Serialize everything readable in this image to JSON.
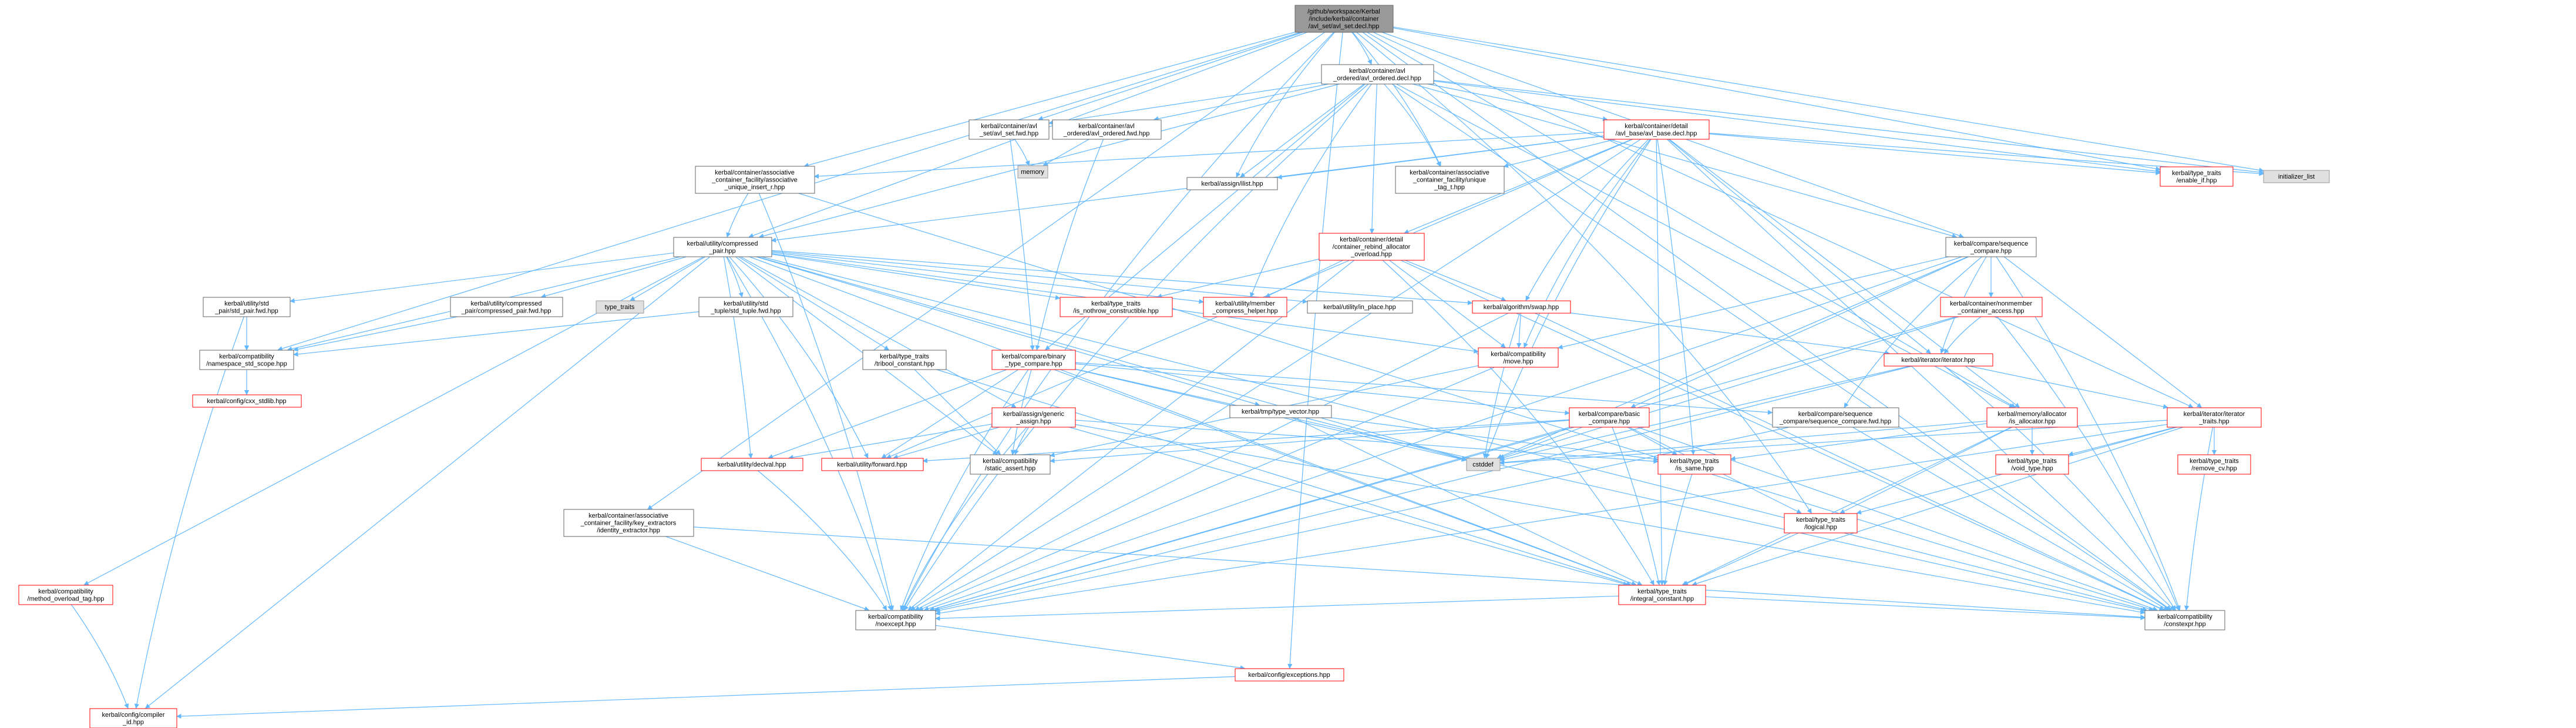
{
  "nodes": [
    {
      "id": "root",
      "lines": [
        "/github/workspace/Kerbal",
        "/include/kerbal/container",
        "/avl_set/avl_set.decl.hpp"
      ],
      "style": "root"
    },
    {
      "id": "avl_ordered_decl",
      "lines": [
        "kerbal/container/avl",
        "_ordered/avl_ordered.decl.hpp"
      ],
      "style": "plain"
    },
    {
      "id": "avl_base_decl",
      "lines": [
        "kerbal/container/detail",
        "/avl_base/avl_base.decl.hpp"
      ],
      "style": "red"
    },
    {
      "id": "avl_set_fwd",
      "lines": [
        "kerbal/container/avl",
        "_set/avl_set.fwd.hpp"
      ],
      "style": "plain"
    },
    {
      "id": "avl_ordered_fwd",
      "lines": [
        "kerbal/container/avl",
        "_ordered/avl_ordered.fwd.hpp"
      ],
      "style": "plain"
    },
    {
      "id": "memory",
      "lines": [
        "memory"
      ],
      "style": "gray"
    },
    {
      "id": "assign_list",
      "lines": [
        "kerbal/assign/ilist.hpp"
      ],
      "style": "plain"
    },
    {
      "id": "unique_tag",
      "lines": [
        "kerbal/container/associative",
        "_container_facility/unique",
        "_tag_t.hpp"
      ],
      "style": "plain"
    },
    {
      "id": "enable_if",
      "lines": [
        "kerbal/type_traits",
        "/enable_if.hpp"
      ],
      "style": "red"
    },
    {
      "id": "initializer_list",
      "lines": [
        "initializer_list"
      ],
      "style": "gray"
    },
    {
      "id": "unique_insert",
      "lines": [
        "kerbal/container/associative",
        "_container_facility/associative",
        "_unique_insert_r.hpp"
      ],
      "style": "plain"
    },
    {
      "id": "compressed_pair",
      "lines": [
        "kerbal/utility/compressed",
        "_pair.hpp"
      ],
      "style": "plain"
    },
    {
      "id": "rebind_alloc",
      "lines": [
        "kerbal/container/detail",
        "/container_rebind_allocator",
        "_overload.hpp"
      ],
      "style": "red"
    },
    {
      "id": "seq_compare",
      "lines": [
        "kerbal/compare/sequence",
        "_compare.hpp"
      ],
      "style": "plain"
    },
    {
      "id": "std_pair_fwd",
      "lines": [
        "kerbal/utility/std",
        "_pair/std_pair.fwd.hpp"
      ],
      "style": "plain"
    },
    {
      "id": "cp_fwd",
      "lines": [
        "kerbal/utility/compressed",
        "_pair/compressed_pair.fwd.hpp"
      ],
      "style": "plain"
    },
    {
      "id": "type_traits",
      "lines": [
        "type_traits"
      ],
      "style": "gray"
    },
    {
      "id": "std_tuple_fwd",
      "lines": [
        "kerbal/utility/std",
        "_tuple/std_tuple.fwd.hpp"
      ],
      "style": "plain"
    },
    {
      "id": "nothrow_constructible",
      "lines": [
        "kerbal/type_traits",
        "/is_nothrow_constructible.hpp"
      ],
      "style": "red"
    },
    {
      "id": "member_compress",
      "lines": [
        "kerbal/utility/member",
        "_compress_helper.hpp"
      ],
      "style": "red"
    },
    {
      "id": "in_place",
      "lines": [
        "kerbal/utility/in_place.hpp"
      ],
      "style": "plain"
    },
    {
      "id": "swap",
      "lines": [
        "kerbal/algorithm/swap.hpp"
      ],
      "style": "red"
    },
    {
      "id": "nonmember_access",
      "lines": [
        "kerbal/container/nonmember",
        "_container_access.hpp"
      ],
      "style": "red"
    },
    {
      "id": "namespace_std_scope",
      "lines": [
        "kerbal/compatibility",
        "/namespace_std_scope.hpp"
      ],
      "style": "plain"
    },
    {
      "id": "cxx_stdlib",
      "lines": [
        "kerbal/config/cxx_stdlib.hpp"
      ],
      "style": "red"
    },
    {
      "id": "tribool",
      "lines": [
        "kerbal/type_traits",
        "/tribool_constant.hpp"
      ],
      "style": "plain"
    },
    {
      "id": "binary_type_compare",
      "lines": [
        "kerbal/compare/binary",
        "_type_compare.hpp"
      ],
      "style": "red"
    },
    {
      "id": "move",
      "lines": [
        "kerbal/compatibility",
        "/move.hpp"
      ],
      "style": "red"
    },
    {
      "id": "iterator",
      "lines": [
        "kerbal/iterator/iterator.hpp"
      ],
      "style": "red"
    },
    {
      "id": "generic_assign",
      "lines": [
        "kerbal/assign/generic",
        "_assign.hpp"
      ],
      "style": "red"
    },
    {
      "id": "type_vector",
      "lines": [
        "kerbal/tmp/type_vector.hpp"
      ],
      "style": "plain"
    },
    {
      "id": "basic_compare",
      "lines": [
        "kerbal/compare/basic",
        "_compare.hpp"
      ],
      "style": "red"
    },
    {
      "id": "seq_compare_fwd",
      "lines": [
        "kerbal/compare/sequence",
        "_compare/sequence_compare.fwd.hpp"
      ],
      "style": "plain"
    },
    {
      "id": "is_allocator",
      "lines": [
        "kerbal/memory/allocator",
        "/is_allocator.hpp"
      ],
      "style": "red"
    },
    {
      "id": "iterator_traits",
      "lines": [
        "kerbal/iterator/iterator",
        "_traits.hpp"
      ],
      "style": "red"
    },
    {
      "id": "declval",
      "lines": [
        "kerbal/utility/declval.hpp"
      ],
      "style": "red"
    },
    {
      "id": "forward",
      "lines": [
        "kerbal/utility/forward.hpp"
      ],
      "style": "red"
    },
    {
      "id": "static_assert",
      "lines": [
        "kerbal/compatibility",
        "/static_assert.hpp"
      ],
      "style": "plain"
    },
    {
      "id": "cstddef",
      "lines": [
        "cstddef"
      ],
      "style": "gray"
    },
    {
      "id": "is_same",
      "lines": [
        "kerbal/type_traits",
        "/is_same.hpp"
      ],
      "style": "red"
    },
    {
      "id": "void_type",
      "lines": [
        "kerbal/type_traits",
        "/void_type.hpp"
      ],
      "style": "red"
    },
    {
      "id": "remove_cv",
      "lines": [
        "kerbal/type_traits",
        "/remove_cv.hpp"
      ],
      "style": "red"
    },
    {
      "id": "key_extractors",
      "lines": [
        "kerbal/container/associative",
        "_container_facility/key_extractors",
        "/identity_extractor.hpp"
      ],
      "style": "plain"
    },
    {
      "id": "logical",
      "lines": [
        "kerbal/type_traits",
        "/logical.hpp"
      ],
      "style": "red"
    },
    {
      "id": "method_overload_tag",
      "lines": [
        "kerbal/compatibility",
        "/method_overload_tag.hpp"
      ],
      "style": "red"
    },
    {
      "id": "integral_constant",
      "lines": [
        "kerbal/type_traits",
        "/integral_constant.hpp"
      ],
      "style": "red"
    },
    {
      "id": "noexcept",
      "lines": [
        "kerbal/compatibility",
        "/noexcept.hpp"
      ],
      "style": "plain"
    },
    {
      "id": "constexpr",
      "lines": [
        "kerbal/compatibility",
        "/constexpr.hpp"
      ],
      "style": "plain"
    },
    {
      "id": "exceptions",
      "lines": [
        "kerbal/config/exceptions.hpp"
      ],
      "style": "red"
    },
    {
      "id": "compiler_id",
      "lines": [
        "kerbal/config/compiler",
        "_id.hpp"
      ],
      "style": "red"
    }
  ],
  "edges": [
    [
      "root",
      "avl_ordered_decl"
    ],
    [
      "root",
      "avl_set_fwd"
    ],
    [
      "root",
      "assign_list"
    ],
    [
      "root",
      "unique_tag"
    ],
    [
      "root",
      "unique_insert"
    ],
    [
      "root",
      "compressed_pair"
    ],
    [
      "root",
      "namespace_std_scope"
    ],
    [
      "root",
      "key_extractors"
    ],
    [
      "root",
      "noexcept"
    ],
    [
      "root",
      "constexpr"
    ],
    [
      "root",
      "enable_if"
    ],
    [
      "root",
      "initializer_list"
    ],
    [
      "root",
      "seq_compare"
    ],
    [
      "root",
      "is_allocator"
    ],
    [
      "root",
      "iterator_traits"
    ],
    [
      "root",
      "logical"
    ],
    [
      "root",
      "exceptions"
    ],
    [
      "avl_ordered_decl",
      "avl_base_decl"
    ],
    [
      "avl_ordered_decl",
      "avl_set_fwd"
    ],
    [
      "avl_ordered_decl",
      "avl_ordered_fwd"
    ],
    [
      "avl_ordered_decl",
      "assign_list"
    ],
    [
      "avl_ordered_decl",
      "unique_tag"
    ],
    [
      "avl_ordered_decl",
      "rebind_alloc"
    ],
    [
      "avl_ordered_decl",
      "compressed_pair"
    ],
    [
      "avl_ordered_decl",
      "member_compress"
    ],
    [
      "avl_ordered_decl",
      "enable_if"
    ],
    [
      "avl_ordered_decl",
      "initializer_list"
    ],
    [
      "avl_ordered_decl",
      "seq_compare"
    ],
    [
      "avl_ordered_decl",
      "noexcept"
    ],
    [
      "avl_ordered_decl",
      "constexpr"
    ],
    [
      "avl_ordered_decl",
      "is_allocator"
    ],
    [
      "avl_ordered_decl",
      "binary_type_compare"
    ],
    [
      "avl_set_fwd",
      "memory"
    ],
    [
      "avl_set_fwd",
      "binary_type_compare"
    ],
    [
      "avl_ordered_fwd",
      "memory"
    ],
    [
      "avl_ordered_fwd",
      "binary_type_compare"
    ],
    [
      "avl_base_decl",
      "assign_list"
    ],
    [
      "avl_base_decl",
      "unique_tag"
    ],
    [
      "avl_base_decl",
      "unique_insert"
    ],
    [
      "avl_base_decl",
      "rebind_alloc"
    ],
    [
      "avl_base_decl",
      "compressed_pair"
    ],
    [
      "avl_base_decl",
      "swap"
    ],
    [
      "avl_base_decl",
      "move"
    ],
    [
      "avl_base_decl",
      "enable_if"
    ],
    [
      "avl_base_decl",
      "initializer_list"
    ],
    [
      "avl_base_decl",
      "is_same"
    ],
    [
      "avl_base_decl",
      "cstddef"
    ],
    [
      "avl_base_decl",
      "constexpr"
    ],
    [
      "avl_base_decl",
      "noexcept"
    ],
    [
      "avl_base_decl",
      "iterator"
    ],
    [
      "avl_base_decl",
      "is_allocator"
    ],
    [
      "avl_base_decl",
      "forward"
    ],
    [
      "avl_base_decl",
      "integral_constant"
    ],
    [
      "unique_insert",
      "compressed_pair"
    ],
    [
      "unique_insert",
      "noexcept"
    ],
    [
      "unique_insert",
      "constexpr"
    ],
    [
      "compressed_pair",
      "std_pair_fwd"
    ],
    [
      "compressed_pair",
      "cp_fwd"
    ],
    [
      "compressed_pair",
      "type_traits"
    ],
    [
      "compressed_pair",
      "std_tuple_fwd"
    ],
    [
      "compressed_pair",
      "nothrow_constructible"
    ],
    [
      "compressed_pair",
      "member_compress"
    ],
    [
      "compressed_pair",
      "in_place"
    ],
    [
      "compressed_pair",
      "swap"
    ],
    [
      "compressed_pair",
      "namespace_std_scope"
    ],
    [
      "compressed_pair",
      "tribool"
    ],
    [
      "compressed_pair",
      "move"
    ],
    [
      "compressed_pair",
      "generic_assign"
    ],
    [
      "compressed_pair",
      "type_vector"
    ],
    [
      "compressed_pair",
      "declval"
    ],
    [
      "compressed_pair",
      "forward"
    ],
    [
      "compressed_pair",
      "static_assert"
    ],
    [
      "compressed_pair",
      "cstddef"
    ],
    [
      "compressed_pair",
      "method_overload_tag"
    ],
    [
      "compressed_pair",
      "noexcept"
    ],
    [
      "compressed_pair",
      "constexpr"
    ],
    [
      "compressed_pair",
      "integral_constant"
    ],
    [
      "compressed_pair",
      "compiler_id"
    ],
    [
      "rebind_alloc",
      "nothrow_constructible"
    ],
    [
      "rebind_alloc",
      "member_compress"
    ],
    [
      "rebind_alloc",
      "swap"
    ],
    [
      "rebind_alloc",
      "move"
    ],
    [
      "rebind_alloc",
      "noexcept"
    ],
    [
      "rebind_alloc",
      "constexpr"
    ],
    [
      "rebind_alloc",
      "integral_constant"
    ],
    [
      "seq_compare",
      "nonmember_access"
    ],
    [
      "seq_compare",
      "iterator"
    ],
    [
      "seq_compare",
      "iterator_traits"
    ],
    [
      "seq_compare",
      "basic_compare"
    ],
    [
      "seq_compare",
      "seq_compare_fwd"
    ],
    [
      "seq_compare",
      "cstddef"
    ],
    [
      "seq_compare",
      "noexcept"
    ],
    [
      "seq_compare",
      "constexpr"
    ],
    [
      "seq_compare",
      "move"
    ],
    [
      "std_pair_fwd",
      "namespace_std_scope"
    ],
    [
      "std_pair_fwd",
      "compiler_id"
    ],
    [
      "cp_fwd",
      "namespace_std_scope"
    ],
    [
      "std_tuple_fwd",
      "namespace_std_scope"
    ],
    [
      "namespace_std_scope",
      "cxx_stdlib"
    ],
    [
      "tribool",
      "static_assert"
    ],
    [
      "tribool",
      "integral_constant"
    ],
    [
      "swap",
      "move"
    ],
    [
      "swap",
      "iterator"
    ],
    [
      "swap",
      "noexcept"
    ],
    [
      "swap",
      "constexpr"
    ],
    [
      "swap",
      "cstddef"
    ],
    [
      "nonmember_access",
      "iterator"
    ],
    [
      "nonmember_access",
      "cstddef"
    ],
    [
      "nonmember_access",
      "noexcept"
    ],
    [
      "nonmember_access",
      "constexpr"
    ],
    [
      "binary_type_compare",
      "basic_compare"
    ],
    [
      "binary_type_compare",
      "seq_compare_fwd"
    ],
    [
      "binary_type_compare",
      "static_assert"
    ],
    [
      "binary_type_compare",
      "declval"
    ],
    [
      "binary_type_compare",
      "forward"
    ],
    [
      "binary_type_compare",
      "noexcept"
    ],
    [
      "binary_type_compare",
      "constexpr"
    ],
    [
      "binary_type_compare",
      "integral_constant"
    ],
    [
      "binary_type_compare",
      "cstddef"
    ],
    [
      "move",
      "noexcept"
    ],
    [
      "move",
      "static_assert"
    ],
    [
      "iterator",
      "iterator_traits"
    ],
    [
      "iterator",
      "cstddef"
    ],
    [
      "iterator",
      "noexcept"
    ],
    [
      "iterator",
      "constexpr"
    ],
    [
      "generic_assign",
      "declval"
    ],
    [
      "generic_assign",
      "forward"
    ],
    [
      "generic_assign",
      "static_assert"
    ],
    [
      "generic_assign",
      "noexcept"
    ],
    [
      "generic_assign",
      "constexpr"
    ],
    [
      "generic_assign",
      "integral_constant"
    ],
    [
      "generic_assign",
      "is_same"
    ],
    [
      "type_vector",
      "cstddef"
    ],
    [
      "type_vector",
      "integral_constant"
    ],
    [
      "type_vector",
      "is_same"
    ],
    [
      "basic_compare",
      "forward"
    ],
    [
      "basic_compare",
      "is_same"
    ],
    [
      "basic_compare",
      "cstddef"
    ],
    [
      "basic_compare",
      "noexcept"
    ],
    [
      "basic_compare",
      "constexpr"
    ],
    [
      "basic_compare",
      "integral_constant"
    ],
    [
      "basic_compare",
      "static_assert"
    ],
    [
      "basic_compare",
      "logical"
    ],
    [
      "seq_compare_fwd",
      "noexcept"
    ],
    [
      "seq_compare_fwd",
      "constexpr"
    ],
    [
      "is_allocator",
      "void_type"
    ],
    [
      "is_allocator",
      "logical"
    ],
    [
      "is_allocator",
      "integral_constant"
    ],
    [
      "is_allocator",
      "is_same"
    ],
    [
      "is_allocator",
      "cstddef"
    ],
    [
      "iterator_traits",
      "void_type"
    ],
    [
      "iterator_traits",
      "remove_cv"
    ],
    [
      "iterator_traits",
      "logical"
    ],
    [
      "iterator_traits",
      "integral_constant"
    ],
    [
      "iterator_traits",
      "cstddef"
    ],
    [
      "iterator_traits",
      "constexpr"
    ],
    [
      "iterator_traits",
      "noexcept"
    ],
    [
      "declval",
      "noexcept"
    ],
    [
      "is_same",
      "integral_constant"
    ],
    [
      "logical",
      "integral_constant"
    ],
    [
      "key_extractors",
      "noexcept"
    ],
    [
      "key_extractors",
      "constexpr"
    ],
    [
      "method_overload_tag",
      "compiler_id"
    ],
    [
      "integral_constant",
      "noexcept"
    ],
    [
      "integral_constant",
      "constexpr"
    ],
    [
      "noexcept",
      "exceptions"
    ],
    [
      "exceptions",
      "compiler_id"
    ]
  ]
}
